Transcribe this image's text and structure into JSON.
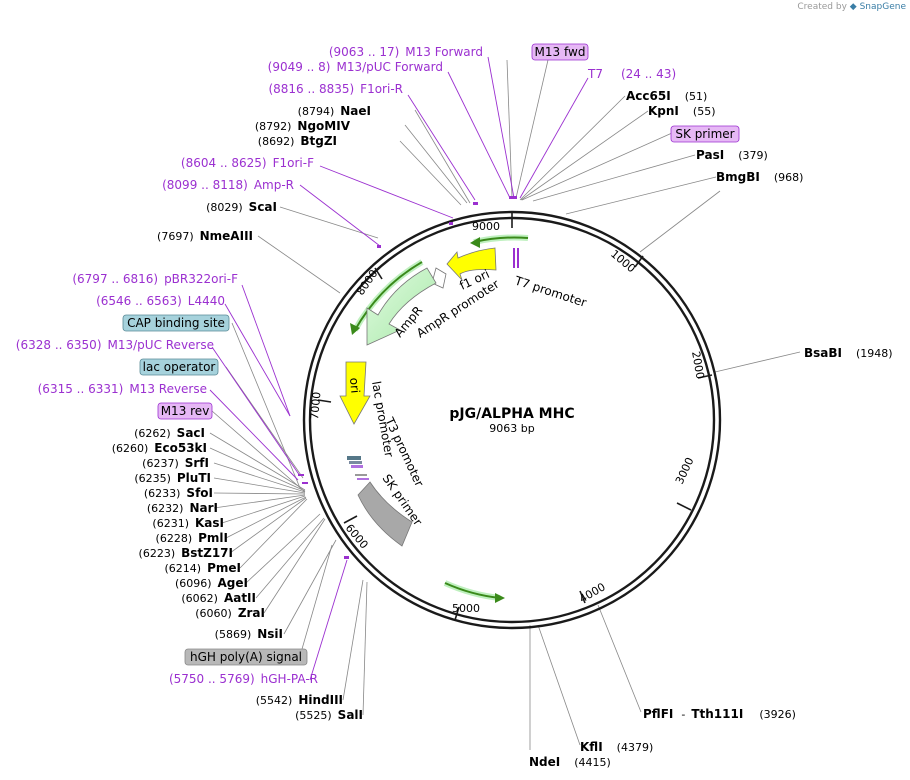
{
  "credit": {
    "created_by": "Created by",
    "brand": "SnapGene"
  },
  "plasmid": {
    "name": "pJG/ALPHA MHC",
    "size_label": "9063 bp"
  },
  "ticks": [
    "1000",
    "2000",
    "3000",
    "4000",
    "5000",
    "6000",
    "7000",
    "8000",
    "9000"
  ],
  "primers": [
    {
      "range": "(9063 .. 17)",
      "name": "M13 Forward"
    },
    {
      "range": "(9049 .. 8)",
      "name": "M13/pUC Forward"
    },
    {
      "range": "(8816 .. 8835)",
      "name": "F1ori-R"
    },
    {
      "range": "(8604 .. 8625)",
      "name": "F1ori-F"
    },
    {
      "range": "(8099 .. 8118)",
      "name": "Amp-R"
    },
    {
      "range": "(6797 .. 6816)",
      "name": "pBR322ori-F"
    },
    {
      "range": "(6546 .. 6563)",
      "name": "L4440"
    },
    {
      "range": "(6328 .. 6350)",
      "name": "M13/pUC Reverse"
    },
    {
      "range": "(6315 .. 6331)",
      "name": "M13 Reverse"
    },
    {
      "range": "(5750 .. 5769)",
      "name": "hGH-PA-R"
    },
    {
      "range": "(24 .. 43)",
      "name": "T7"
    }
  ],
  "boxed_labels": {
    "m13_fwd": "M13 fwd",
    "sk_primer": "SK primer",
    "cap_site": "CAP binding site",
    "lac_operator": "lac operator",
    "m13_rev": "M13 rev",
    "hgh_polya": "hGH poly(A) signal"
  },
  "enzymes_left": [
    {
      "pos": "(8794)",
      "name": "NaeI"
    },
    {
      "pos": "(8792)",
      "name": "NgoMIV"
    },
    {
      "pos": "(8692)",
      "name": "BtgZI"
    },
    {
      "pos": "(8029)",
      "name": "ScaI"
    },
    {
      "pos": "(7697)",
      "name": "NmeAIII"
    },
    {
      "pos": "(6262)",
      "name": "SacI"
    },
    {
      "pos": "(6260)",
      "name": "Eco53kI"
    },
    {
      "pos": "(6237)",
      "name": "SrfI"
    },
    {
      "pos": "(6235)",
      "name": "PluTI"
    },
    {
      "pos": "(6233)",
      "name": "SfoI"
    },
    {
      "pos": "(6232)",
      "name": "NarI"
    },
    {
      "pos": "(6231)",
      "name": "KasI"
    },
    {
      "pos": "(6228)",
      "name": "PmlI"
    },
    {
      "pos": "(6223)",
      "name": "BstZ17I"
    },
    {
      "pos": "(6214)",
      "name": "PmeI"
    },
    {
      "pos": "(6096)",
      "name": "AgeI"
    },
    {
      "pos": "(6062)",
      "name": "AatII"
    },
    {
      "pos": "(6060)",
      "name": "ZraI"
    },
    {
      "pos": "(5869)",
      "name": "NsiI"
    },
    {
      "pos": "(5542)",
      "name": "HindIII"
    },
    {
      "pos": "(5525)",
      "name": "SalI"
    }
  ],
  "enzymes_right": [
    {
      "name": "Acc65I",
      "pos": "(51)"
    },
    {
      "name": "KpnI",
      "pos": "(55)"
    },
    {
      "name": "PasI",
      "pos": "(379)"
    },
    {
      "name": "BmgBI",
      "pos": "(968)"
    },
    {
      "name": "BsaBI",
      "pos": "(1948)"
    },
    {
      "name": "PflFI",
      "sep": "-",
      "name2": "Tth111I",
      "pos": "(3926)"
    },
    {
      "name": "KflI",
      "pos": "(4379)"
    },
    {
      "name": "NdeI",
      "pos": "(4415)"
    }
  ],
  "features": {
    "t7_promoter": "T7 promoter",
    "f1_ori": "f1 ori",
    "ampr_promoter": "AmpR promoter",
    "ampr": "AmpR",
    "ori": "ori",
    "lac_promoter": "lac promoter",
    "t3_promoter": "T3 promoter",
    "sk_primer": "SK primer"
  },
  "colors": {
    "primer": "#9b30d0",
    "orf_fill": "#c6f4c6",
    "orf_arrow": "#3a8a1a",
    "ori_fill": "#ffff00",
    "gray_feature": "#a8a8a8",
    "box_purple": "#e6b8f5",
    "box_blue": "#a6d2dc"
  }
}
